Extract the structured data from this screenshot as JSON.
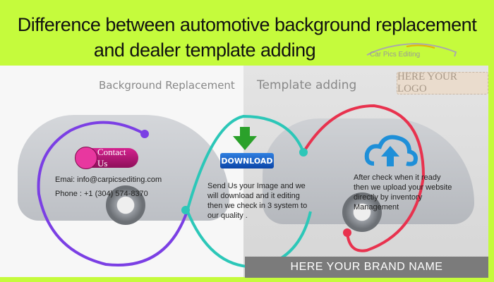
{
  "header": {
    "title_line1": "Difference between automotive background replacement",
    "title_line2": "and dealer template adding",
    "logo_text": "Car Pics Editing"
  },
  "sections": {
    "left_label": "Background Replacement",
    "right_label": "Template adding"
  },
  "contact": {
    "button_label": "Contact Us",
    "email": "Emai: info@carpicsediting.com",
    "phone": "Phone : +1 (304) 574-8370"
  },
  "download": {
    "button_label": "DOWNLOAD",
    "text": [
      "Send Us your Image and we",
      "will download and it editing",
      "then we check in 3 system to",
      "our quality ."
    ]
  },
  "upload": {
    "text": [
      "After check when it ready",
      "then we upload your website",
      "directly by inventory",
      " Management"
    ]
  },
  "placeholders": {
    "logo": "HERE YOUR LOGO",
    "brand": "HERE YOUR BRAND NAME"
  },
  "colors": {
    "header_bg": "#c5fb3c",
    "purple": "#7b3fe4",
    "teal": "#2cc7b8",
    "red": "#e8324e",
    "download_blue": "#0b45a8",
    "contact_pink": "#d4228f",
    "cloud_blue": "#1e8fd8"
  }
}
